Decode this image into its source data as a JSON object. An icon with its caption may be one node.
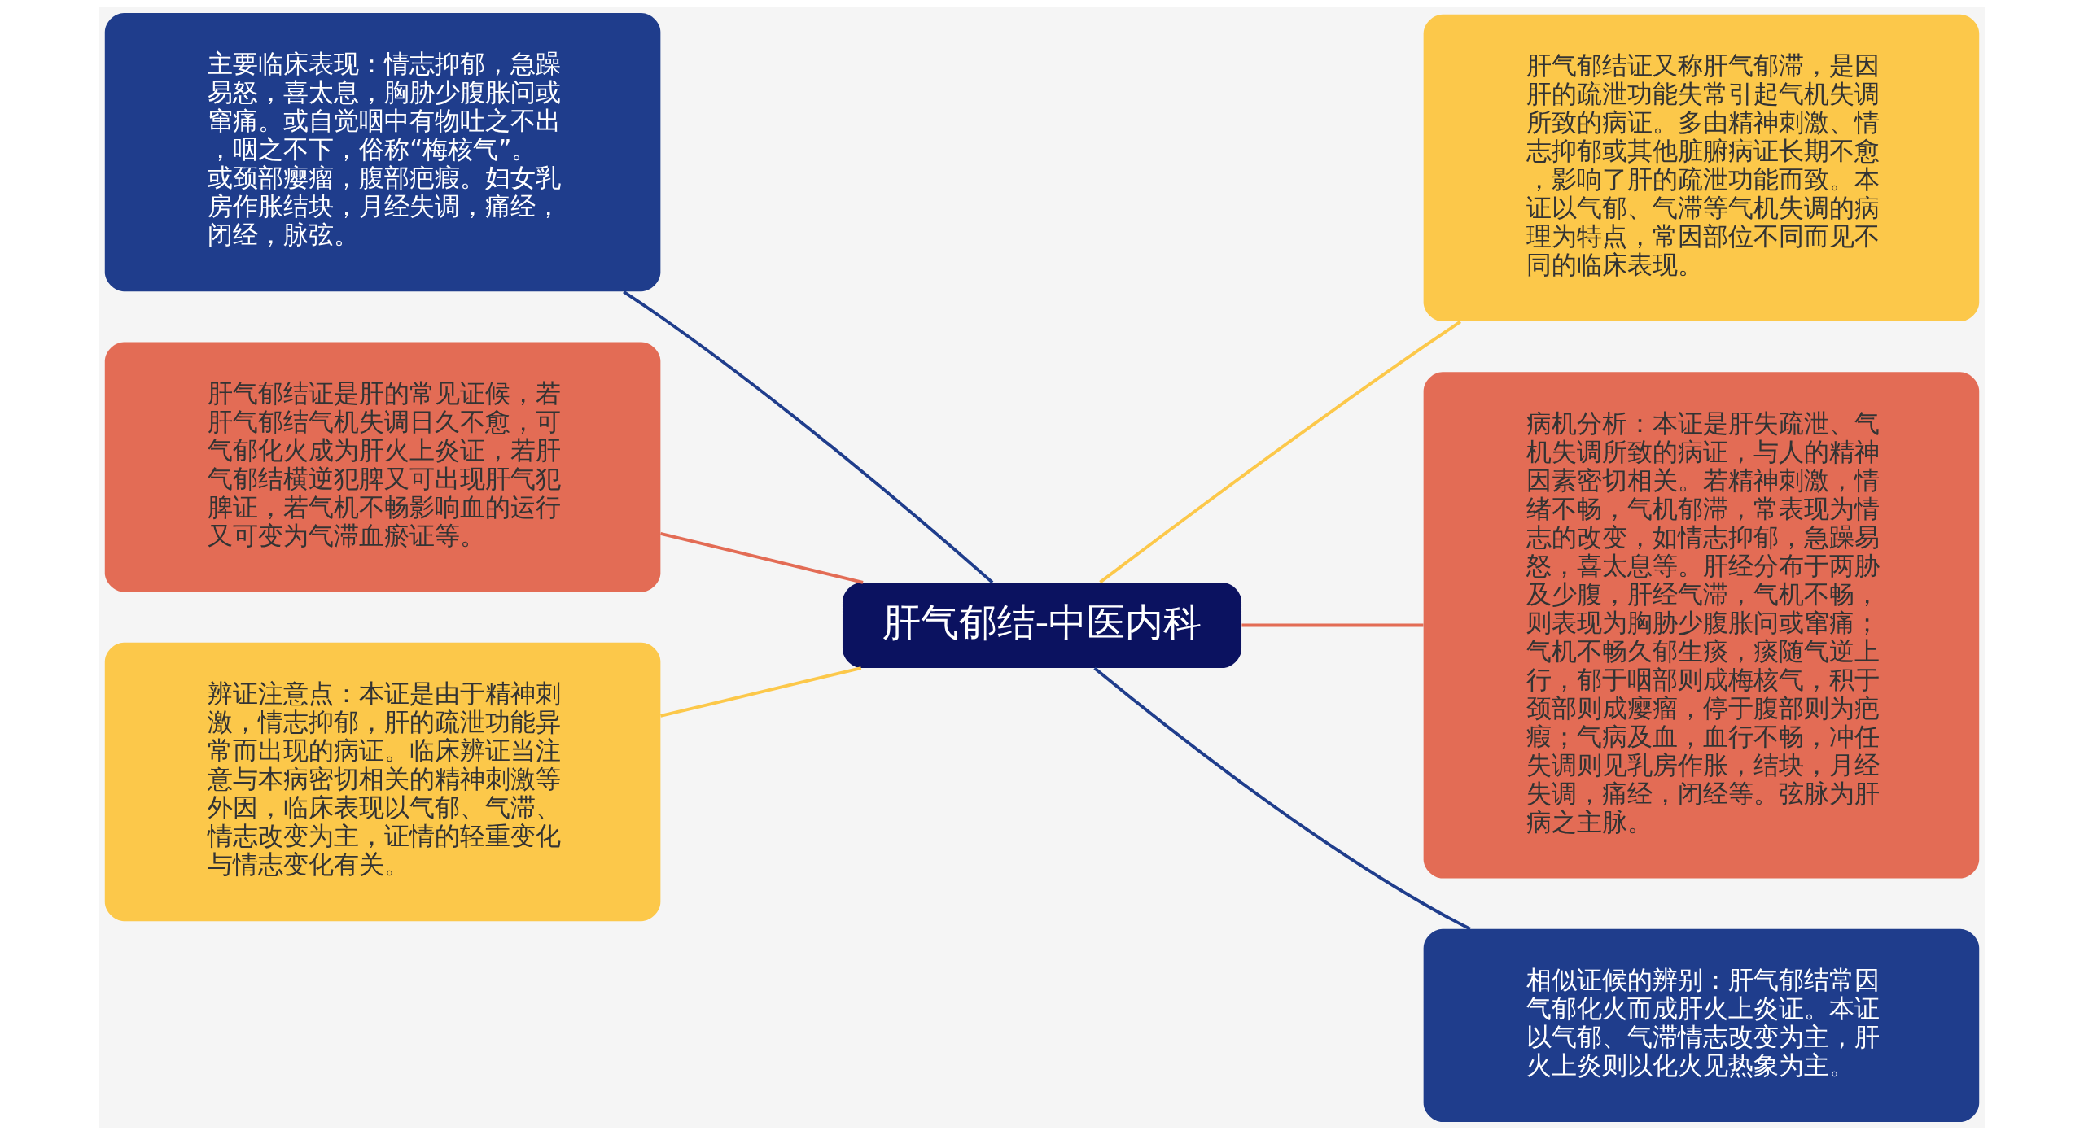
{
  "diagram": {
    "nodes": [
      {
        "text": [
          "肝气郁结-中医内科"
        ]
      },
      {
        "text": [
          "肝气郁结证又称肝气郁滞，是因肝的疏泄功能失常引起气机失调所致的病证。多由精神刺激、情志抑郁或其他脏腑病证长期不愈，影响了肝的疏泄功能而致。本证以气郁、气滞等气机失调的病理为特点，常因部位不同而见不同的临床表现。"
        ]
      },
      {
        "text": [
          "病机分析：本证是肝失疏泄、气机失调所致的病证，与人的精神因素密切相关。若精神刺激，情绪不畅，气机郁滞，常表现为情志的改变，如情志抑郁，急躁易怒，喜太息等。肝经分布于两胁及少腹，肝经气滞，气机不畅，则表现为胸胁少腹胀问或窜痛；气机不畅久郁生痰，痰随气逆上行，郁于咽部则成梅核气，积于颈部则成瘿瘤，停于腹部则为疤瘕；气病及血，血行不畅，冲任失调则见乳房作胀，结块，月经失调，痛经，闭经等。弦脉为肝病之主脉。"
        ]
      },
      {
        "text": [
          "相似证候的辨别：肝气郁结常因气郁化火而成肝火上炎证。本证以气郁、气滞情志改变为主，肝火上炎则以化火见热象为主。"
        ]
      },
      {
        "text": [
          "主要临床表现：情志抑郁，急躁易怒，喜太息，胸胁少腹胀问或窜痛。或自觉咽中有物吐之不出，咽之不下，俗称“梅核气”。或颈部瘿瘤，腹部疤瘕。妇女乳房作胀结块，月经失调，痛经，闭经，脉弦。"
        ]
      },
      {
        "text": [
          "肝气郁结证是肝的常见证候，若肝气郁结气机失调日久不愈，可气郁化火成为肝火上炎证，若肝气郁结横逆犯脾又可出现肝气犯脾证，若气机不畅影响血的运行又可变为气滞血瘀证等。"
        ]
      },
      {
        "text": [
          "辨证注意点：本证是由于精神刺激，情志抑郁，肝的疏泄功能异常而出现的病证。临床辨证当注意与本病密切相关的精神刺激等外因，临床表现以气郁、气滞、情志改变为主，证情的轻重变化与情志变化有关。"
        ]
      }
    ],
    "edges": [
      {
        "from": 0,
        "to": 1,
        "arrow": "none",
        "color": "#fcc84a"
      },
      {
        "from": 0,
        "to": 2,
        "arrow": "none",
        "color": "#e36c55"
      },
      {
        "from": 0,
        "to": 3,
        "arrow": "none",
        "color": "#1f3d8c"
      },
      {
        "from": 0,
        "to": 4,
        "arrow": "none",
        "color": "#1f3d8c"
      },
      {
        "from": 0,
        "to": 5,
        "arrow": "none",
        "color": "#e36c55"
      },
      {
        "from": 0,
        "to": 6,
        "arrow": "none",
        "color": "#fcc84a"
      }
    ]
  }
}
